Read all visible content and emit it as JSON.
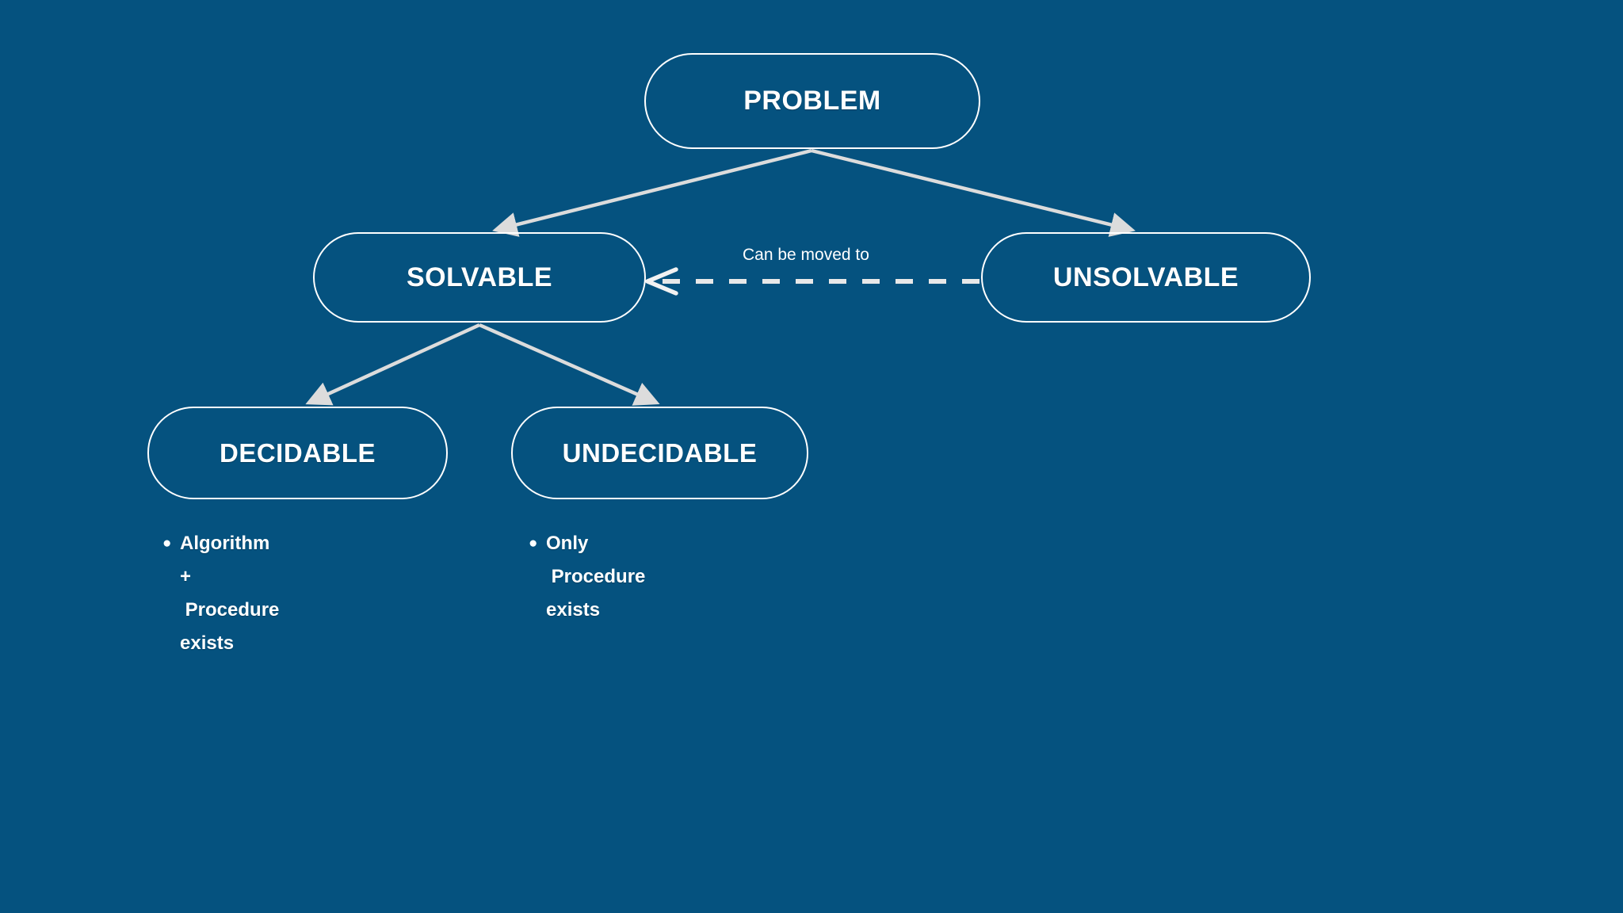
{
  "colors": {
    "background": "#05527f",
    "node_border": "#ffffff",
    "node_text": "#ffffff",
    "edge_line": "#dcdcdc",
    "dashed_line": "#e8e8e8"
  },
  "diagram": {
    "type": "tree-diagram",
    "nodes": [
      {
        "id": "problem",
        "label": "PROBLEM"
      },
      {
        "id": "solvable",
        "label": "SOLVABLE"
      },
      {
        "id": "unsolvable",
        "label": "UNSOLVABLE"
      },
      {
        "id": "decidable",
        "label": "DECIDABLE"
      },
      {
        "id": "undecidable",
        "label": "UNDECIDABLE"
      }
    ],
    "edges": [
      {
        "from": "problem",
        "to": "solvable",
        "style": "solid",
        "label": ""
      },
      {
        "from": "problem",
        "to": "unsolvable",
        "style": "solid",
        "label": ""
      },
      {
        "from": "solvable",
        "to": "decidable",
        "style": "solid",
        "label": ""
      },
      {
        "from": "solvable",
        "to": "undecidable",
        "style": "solid",
        "label": ""
      },
      {
        "from": "unsolvable",
        "to": "solvable",
        "style": "dashed",
        "label": "Can be moved to"
      }
    ],
    "edge_labels": {
      "moved_to": "Can be moved to"
    },
    "notes": [
      {
        "id": "decidable-note",
        "attached_to": "decidable",
        "bullet": "●",
        "lines": [
          "Algorithm",
          "+",
          " Procedure",
          "exists"
        ]
      },
      {
        "id": "undecidable-note",
        "attached_to": "undecidable",
        "bullet": "●",
        "lines": [
          "Only",
          " Procedure",
          "exists"
        ]
      }
    ]
  }
}
